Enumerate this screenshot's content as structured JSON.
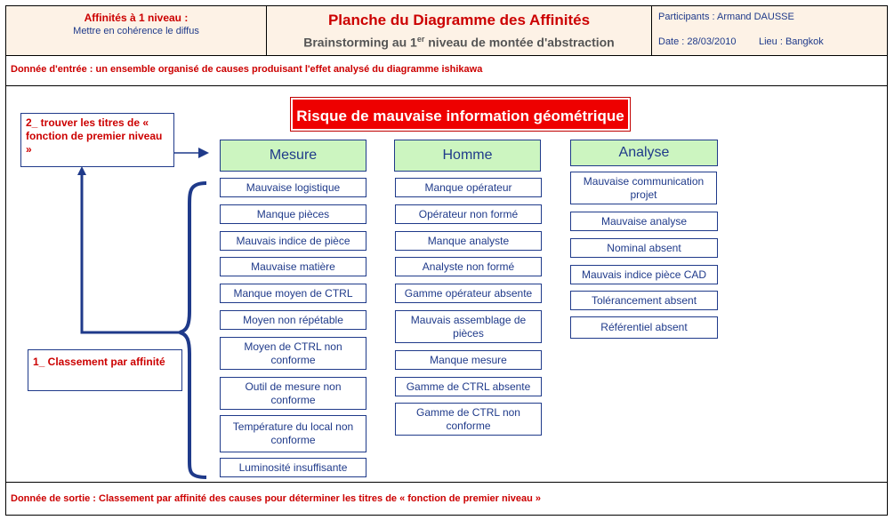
{
  "header": {
    "left_title": "Affinités à 1 niveau :",
    "left_subtitle": "Mettre en cohérence le diffus",
    "center_title": "Planche du Diagramme des Affinités",
    "center_subtitle_pre": "Brainstorming au 1",
    "center_subtitle_sup": "er",
    "center_subtitle_post": " niveau de montée d'abstraction",
    "participants": "Participants : Armand DAUSSE",
    "date": "Date : 28/03/2010",
    "lieu": "Lieu : Bangkok"
  },
  "input_text": "Donnée d'entrée : un ensemble organisé de causes produisant l'effet analysé du diagramme ishikawa",
  "output_text": "Donnée de sortie : Classement par affinité des causes pour déterminer les titres de « fonction de premier niveau »",
  "main_title": "Risque de mauvaise information géométrique",
  "notes": {
    "step2": "2_ trouver les titres de « fonction de premier niveau »",
    "step1": "1_ Classement par affinité"
  },
  "columns": [
    {
      "title": "Mesure",
      "items": [
        "Mauvaise logistique",
        "Manque pièces",
        "Mauvais indice de pièce",
        "Mauvaise matière",
        "Manque moyen de CTRL",
        "Moyen non répétable",
        "Moyen de CTRL non conforme",
        "Outil de mesure non conforme",
        "Température du local non conforme",
        "Luminosité insuffisante"
      ]
    },
    {
      "title": "Homme",
      "items": [
        "Manque opérateur",
        "Opérateur non formé",
        "Manque analyste",
        "Analyste non formé",
        "Gamme opérateur absente",
        "Mauvais assemblage de pièces",
        "Manque mesure",
        "Gamme de CTRL absente",
        "Gamme de CTRL non conforme"
      ]
    },
    {
      "title": "Analyse",
      "items": [
        "Mauvaise communication projet",
        "Mauvaise analyse",
        "Nominal absent",
        "Mauvais indice pièce CAD",
        "Tolérancement absent",
        "Référentiel absent"
      ]
    }
  ],
  "colors": {
    "title_bg": "#ee0000",
    "header_bg": "#ccf5c0",
    "border": "#1f3a8a",
    "accent_text": "#cc0000",
    "banner_bg": "#fdf2e6"
  }
}
